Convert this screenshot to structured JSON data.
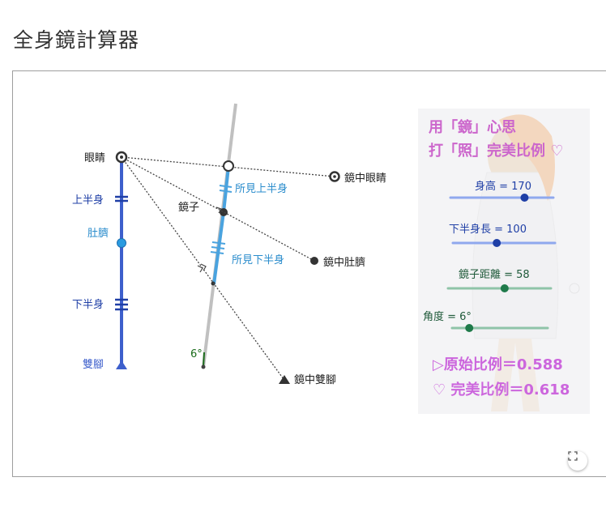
{
  "page": {
    "title": "全身鏡計算器"
  },
  "diagram": {
    "labels": {
      "eyes": "眼睛",
      "upper_body": "上半身",
      "navel": "肚臍",
      "lower_body": "下半身",
      "feet": "雙腳",
      "mirror": "鏡子",
      "seen_upper": "所見上半身",
      "seen_lower": "所見下半身",
      "mirror_eyes": "鏡中眼睛",
      "mirror_navel": "鏡中肚臍",
      "mirror_feet": "鏡中雙腳",
      "angle_mark": "6°"
    },
    "colors": {
      "body": "#3d5fcc",
      "mirror": "#c0c0c0",
      "seen_segment": "#4aa3df",
      "angle": "#1a6b1a",
      "ray": "#444444"
    }
  },
  "panel": {
    "heading_line1": "用「鏡」心思",
    "heading_line2": "打「照」完美比例 ♡",
    "heading_color": "#cc66cc",
    "sliders": [
      {
        "label": "身高 = 170",
        "value": 170,
        "fraction": 0.72,
        "track_color": "#8fa8ee",
        "knob_color": "#1f3fa6",
        "label_color": "#1f3fa6"
      },
      {
        "label": "下半身長 = 100",
        "value": 100,
        "fraction": 0.43,
        "track_color": "#8fa8ee",
        "knob_color": "#1f3fa6",
        "label_color": "#1f3fa6"
      },
      {
        "label": "鏡子距離 = 58",
        "value": 58,
        "fraction": 0.55,
        "track_color": "#8fc4a8",
        "knob_color": "#1f7a4a",
        "label_color": "#1f5a3a"
      },
      {
        "label": "角度 = 6°",
        "value": 6,
        "fraction": 0.18,
        "track_color": "#8fc4a8",
        "knob_color": "#1f7a4a",
        "label_color": "#1f5a3a"
      }
    ],
    "original_ratio": "▷原始比例＝0.588",
    "perfect_ratio": "♡ 完美比例＝0.618",
    "ratio_color": "#cc66dd"
  }
}
